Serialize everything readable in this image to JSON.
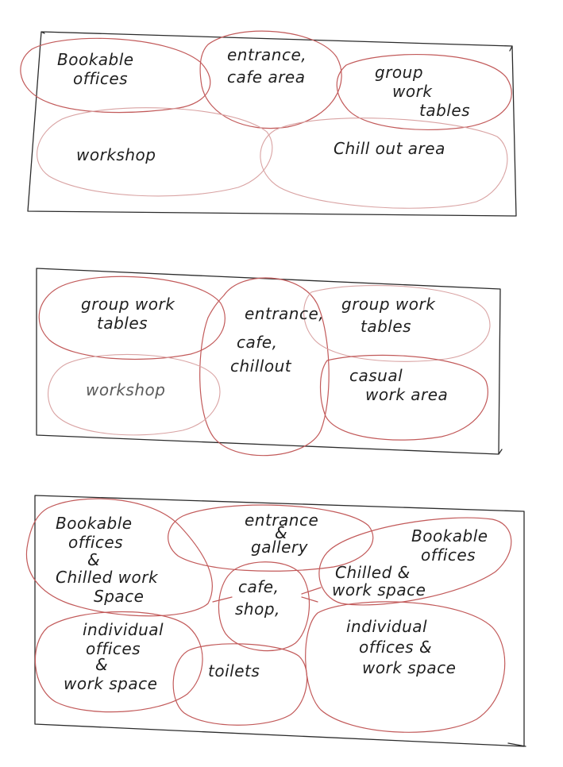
{
  "colors": {
    "frame": "#2b2b2b",
    "bubble": "#c25a5a",
    "bubble_faint": "#d9a3a3",
    "ink": "#1f1f1f"
  },
  "diagrams": [
    {
      "zones": [
        {
          "lines": [
            "Bookable",
            "offices"
          ]
        },
        {
          "lines": [
            "entrance,",
            "cafe area"
          ]
        },
        {
          "lines": [
            "group",
            "work",
            "tables"
          ]
        },
        {
          "lines": [
            "workshop"
          ]
        },
        {
          "lines": [
            "Chill out  area"
          ]
        }
      ]
    },
    {
      "zones": [
        {
          "lines": [
            "group work",
            "tables"
          ]
        },
        {
          "lines": [
            "entrance,",
            "cafe,",
            "chillout"
          ]
        },
        {
          "lines": [
            "group work",
            "tables"
          ]
        },
        {
          "lines": [
            "workshop"
          ]
        },
        {
          "lines": [
            "casual",
            "work area"
          ]
        }
      ]
    },
    {
      "zones": [
        {
          "lines": [
            "Bookable",
            "offices",
            "&",
            "Chilled work",
            "Space"
          ]
        },
        {
          "lines": [
            "entrance",
            "&",
            "gallery"
          ]
        },
        {
          "lines": [
            "Bookable",
            "offices"
          ]
        },
        {
          "lines": [
            "Chilled &",
            "work space"
          ]
        },
        {
          "lines": [
            "cafe,",
            "shop,"
          ]
        },
        {
          "lines": [
            "individual",
            "offices",
            "&",
            "work space"
          ]
        },
        {
          "lines": [
            "toilets"
          ]
        },
        {
          "lines": [
            "individual",
            "offices &",
            "work space"
          ]
        }
      ]
    }
  ]
}
